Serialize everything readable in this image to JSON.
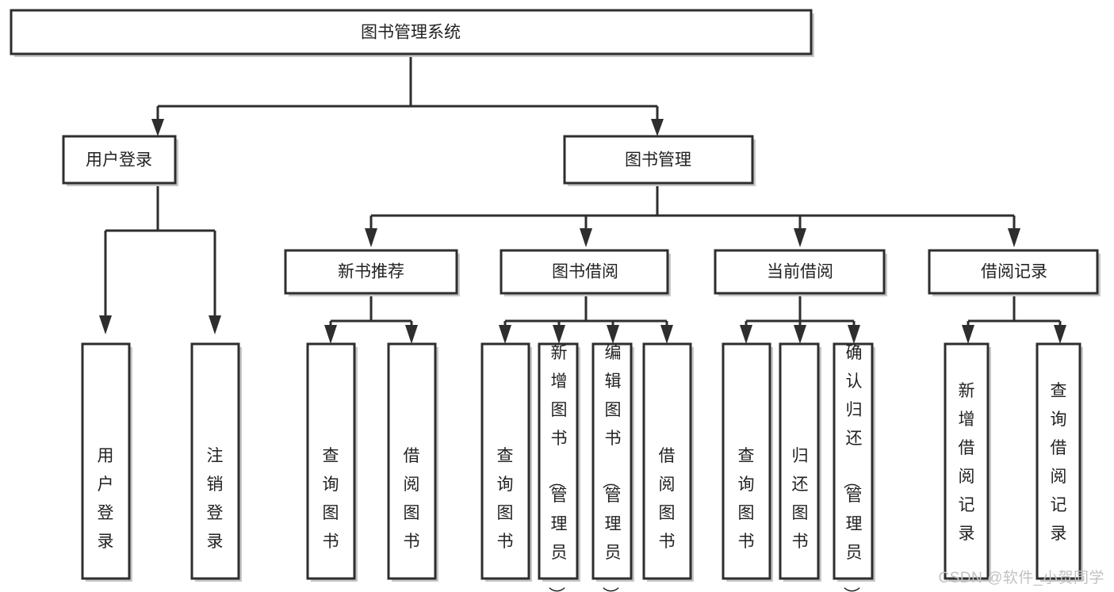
{
  "diagram": {
    "type": "tree",
    "title": "图书管理系统",
    "orientation": "top-down",
    "watermark": "CSDN @软件_小贺同学",
    "colors": {
      "box_fill": "#ffffff",
      "box_stroke": "#2e2e2e",
      "text": "#222222",
      "connector": "#2e2e2e",
      "watermark": "#c2c2c2",
      "background": "#ffffff"
    },
    "levels": {
      "root": {
        "label": "图书管理系统"
      },
      "level2": [
        {
          "label": "用户登录"
        },
        {
          "label": "图书管理"
        }
      ],
      "level3": [
        {
          "label": "新书推荐"
        },
        {
          "label": "图书借阅"
        },
        {
          "label": "当前借阅"
        },
        {
          "label": "借阅记录"
        }
      ],
      "leaves": [
        {
          "label": "用户登录",
          "parent": "用户登录"
        },
        {
          "label": "注销登录",
          "parent": "用户登录"
        },
        {
          "label": "查询图书",
          "parent": "新书推荐"
        },
        {
          "label": "借阅图书",
          "parent": "新书推荐"
        },
        {
          "label": "查询图书",
          "parent": "图书借阅"
        },
        {
          "label": "新增图书（管理员）",
          "parent": "图书借阅"
        },
        {
          "label": "编辑图书（管理员）",
          "parent": "图书借阅"
        },
        {
          "label": "借阅图书",
          "parent": "图书借阅"
        },
        {
          "label": "查询图书",
          "parent": "当前借阅"
        },
        {
          "label": "归还图书",
          "parent": "当前借阅"
        },
        {
          "label": "确认归还（管理员）",
          "parent": "当前借阅"
        },
        {
          "label": "新增借阅记录",
          "parent": "借阅记录"
        },
        {
          "label": "查询借阅记录",
          "parent": "借阅记录"
        }
      ]
    }
  }
}
